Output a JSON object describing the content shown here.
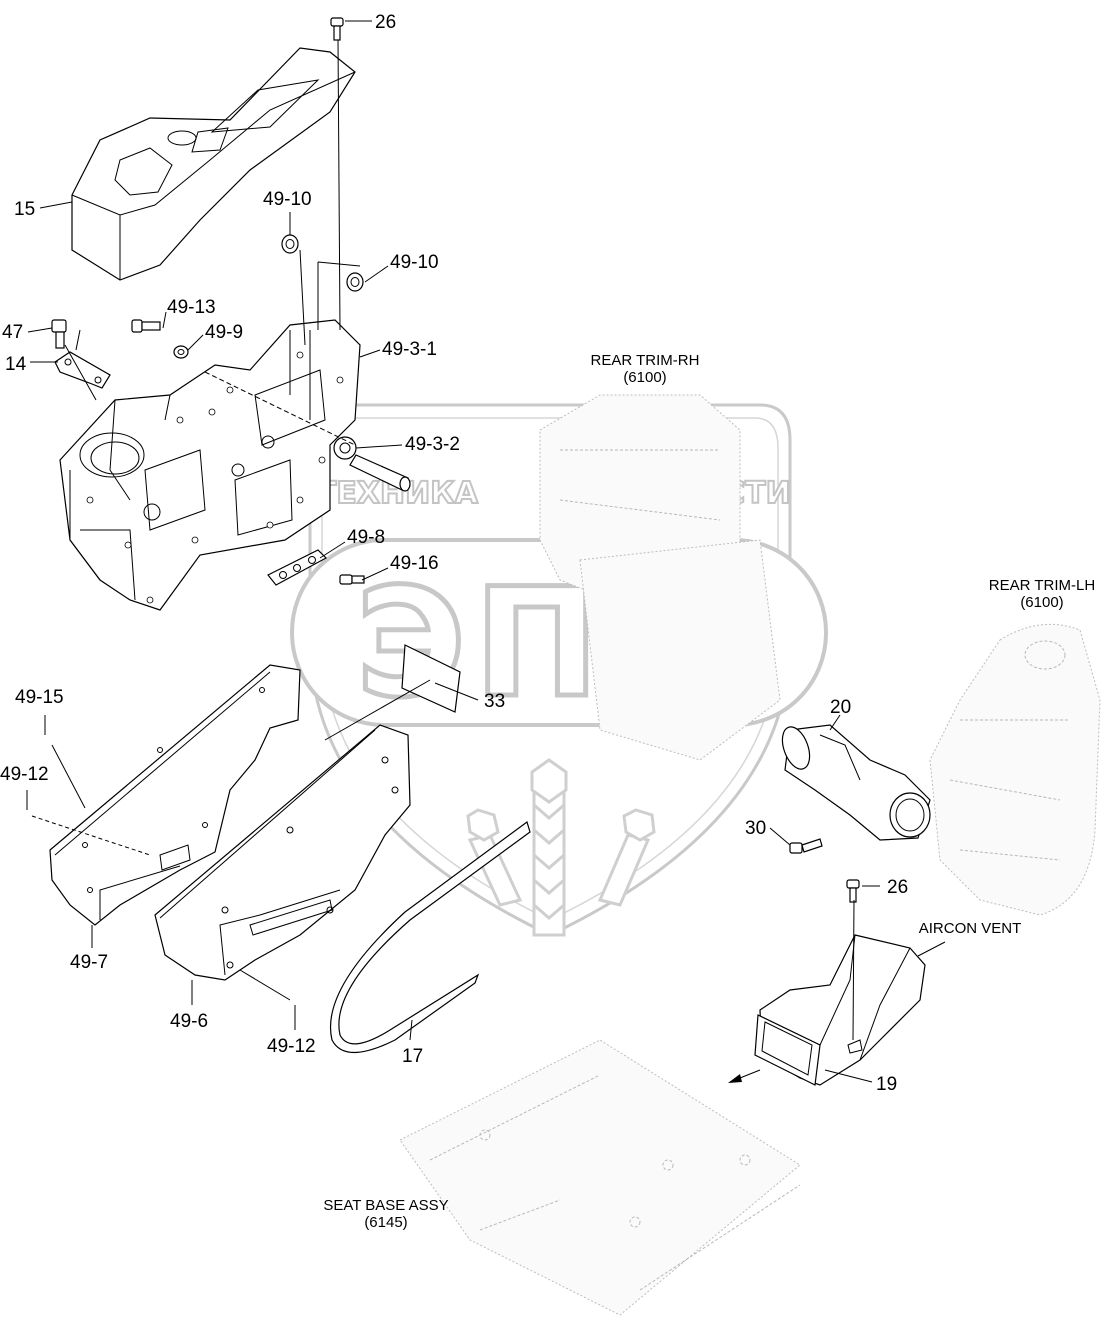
{
  "watermark": {
    "line1_left": "ТЕХНИКА",
    "line1_right": "ЗАПЧАСТИ",
    "letters": "ЭПФ"
  },
  "labels": {
    "p26_top": "26",
    "p15": "15",
    "p49_10a": "49-10",
    "p49_10b": "49-10",
    "p49_13": "49-13",
    "p47": "47",
    "p49_9": "49-9",
    "p49_3_1": "49-3-1",
    "p14": "14",
    "p49_3_2": "49-3-2",
    "p49_8": "49-8",
    "p49_16": "49-16",
    "p33": "33",
    "p49_15": "49-15",
    "p49_12a": "49-12",
    "p49_7": "49-7",
    "p49_6": "49-6",
    "p49_12b": "49-12",
    "p17": "17",
    "p20": "20",
    "p30": "30",
    "p26_b": "26",
    "p19": "19"
  },
  "captions": {
    "rear_trim_rh": "REAR TRIM-RH",
    "rear_trim_rh_code": "(6100)",
    "rear_trim_lh": "REAR TRIM-LH",
    "rear_trim_lh_code": "(6100)",
    "aircon_vent": "AIRCON VENT",
    "seat_base": "SEAT BASE ASSY",
    "seat_base_code": "(6145)"
  }
}
